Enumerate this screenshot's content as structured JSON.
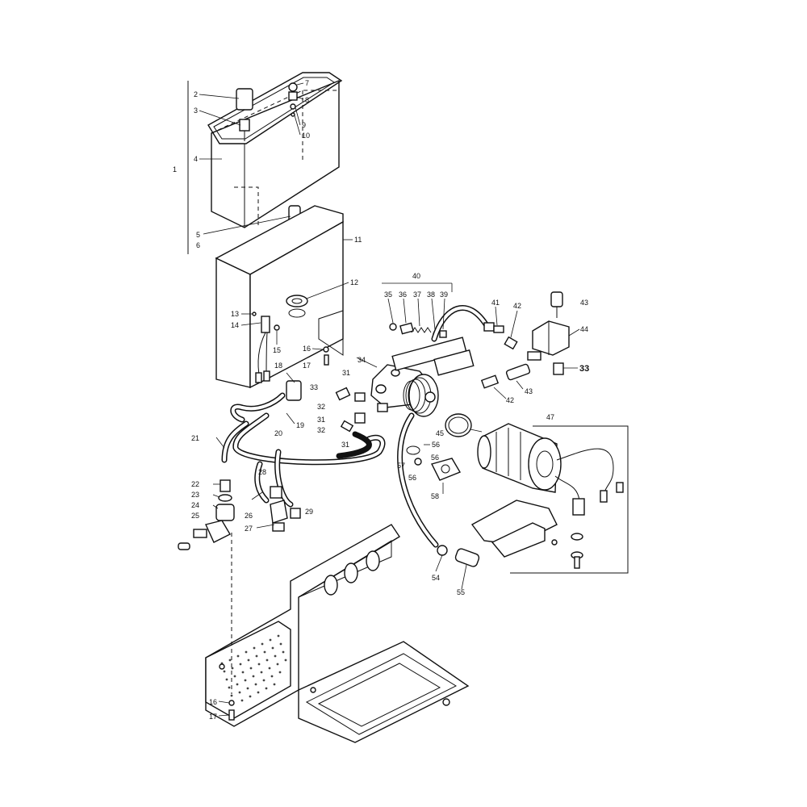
{
  "callouts": {
    "c1": "1",
    "c2": "2",
    "c3": "3",
    "c4": "4",
    "c5": "5",
    "c6": "6",
    "c7": "7",
    "c8": "8",
    "c9": "9",
    "c10": "10",
    "c11": "11",
    "c12": "12",
    "c13": "13",
    "c14": "14",
    "c15": "15",
    "c16": "16",
    "c17": "17",
    "c16b": "16",
    "c17b": "17",
    "c18": "18",
    "c19": "19",
    "c20": "20",
    "c21": "21",
    "c22": "22",
    "c23": "23",
    "c24": "24",
    "c25": "25",
    "c26": "26",
    "c27": "27",
    "c28": "28",
    "c29": "29",
    "c31a": "31",
    "c31b": "31",
    "c31c": "31",
    "c32a": "32",
    "c32b": "32",
    "c33a": "33",
    "c33b": "33",
    "c34": "34",
    "c35": "35",
    "c36": "36",
    "c37": "37",
    "c38": "38",
    "c39": "39",
    "c40": "40",
    "c41": "41",
    "c42a": "42",
    "c42b": "42",
    "c43a": "43",
    "c43b": "43",
    "c44": "44",
    "c45": "45",
    "c47": "47",
    "c54": "54",
    "c55": "55",
    "c56a": "56",
    "c56b": "56",
    "c56c": "56",
    "c57": "57",
    "c58": "58"
  }
}
